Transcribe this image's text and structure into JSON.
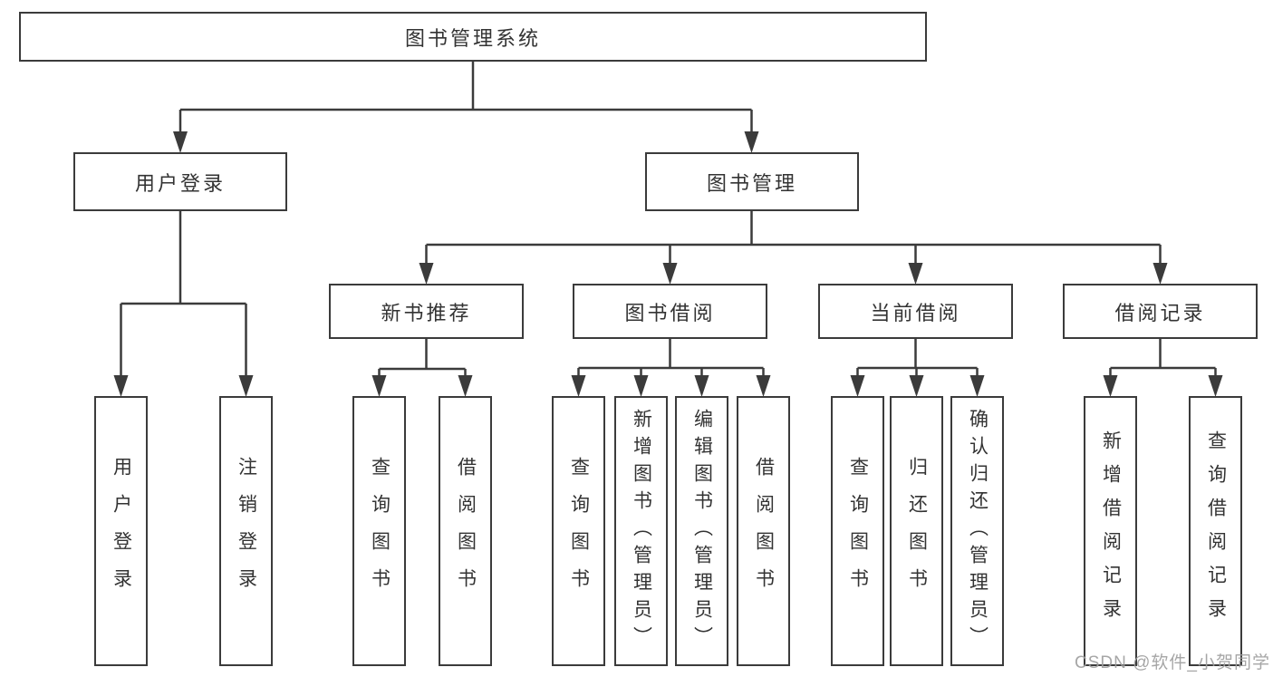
{
  "diagram": {
    "type": "tree",
    "root": {
      "label": "图书管理系统",
      "children": [
        {
          "label": "用户登录",
          "children": [
            {
              "label": "用户登录"
            },
            {
              "label": "注销登录"
            }
          ]
        },
        {
          "label": "图书管理",
          "children": [
            {
              "label": "新书推荐",
              "children": [
                {
                  "label": "查询图书"
                },
                {
                  "label": "借阅图书"
                }
              ]
            },
            {
              "label": "图书借阅",
              "children": [
                {
                  "label": "查询图书"
                },
                {
                  "label": "新增图书（管理员）"
                },
                {
                  "label": "编辑图书（管理员）"
                },
                {
                  "label": "借阅图书"
                }
              ]
            },
            {
              "label": "当前借阅",
              "children": [
                {
                  "label": "查询图书"
                },
                {
                  "label": "归还图书"
                },
                {
                  "label": "确认归还（管理员）"
                }
              ]
            },
            {
              "label": "借阅记录",
              "children": [
                {
                  "label": "新增借阅记录"
                },
                {
                  "label": "查询借阅记录"
                }
              ]
            }
          ]
        }
      ]
    }
  },
  "watermark": "CSDN @软件_小贺同学",
  "colors": {
    "line": "#3b3b3b",
    "box_border": "#3b3b3b",
    "text": "#333333",
    "background": "#ffffff",
    "watermark": "#9e9e9e"
  }
}
